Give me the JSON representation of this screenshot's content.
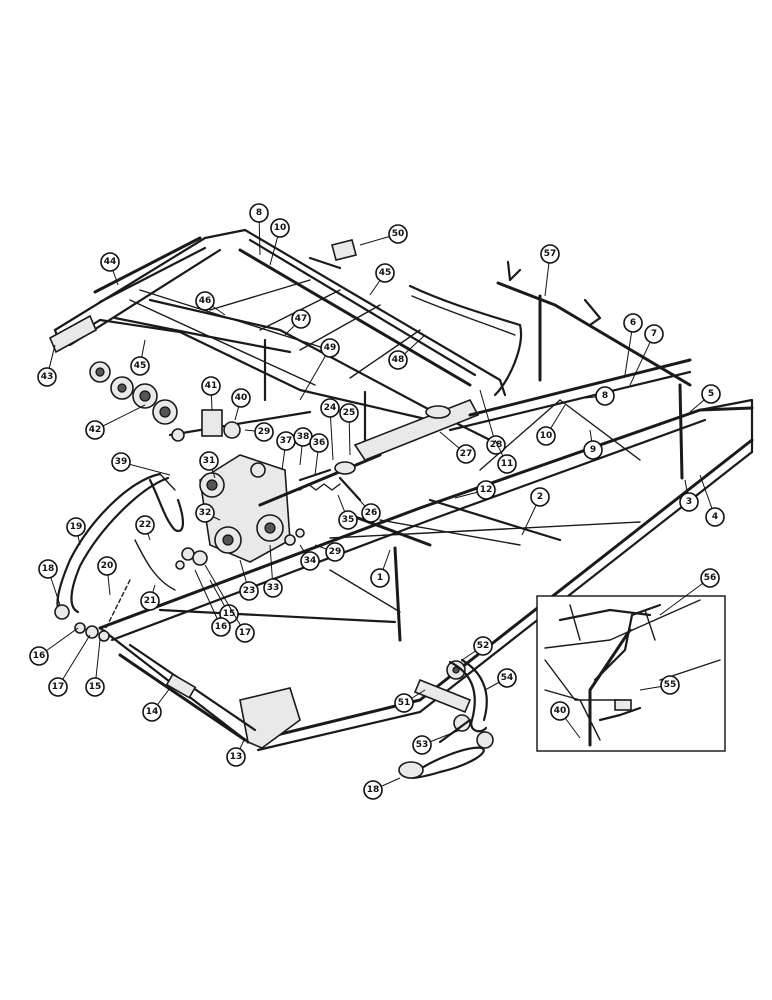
{
  "callouts": [
    {
      "id": "c8a",
      "label": "8"
    },
    {
      "id": "c10a",
      "label": "10"
    },
    {
      "id": "c50",
      "label": "50"
    },
    {
      "id": "c44",
      "label": "44"
    },
    {
      "id": "c45a",
      "label": "45"
    },
    {
      "id": "c57",
      "label": "57"
    },
    {
      "id": "c46",
      "label": "46"
    },
    {
      "id": "c47",
      "label": "47"
    },
    {
      "id": "c48",
      "label": "48"
    },
    {
      "id": "c6",
      "label": "6"
    },
    {
      "id": "c7",
      "label": "7"
    },
    {
      "id": "c43",
      "label": "43"
    },
    {
      "id": "c45b",
      "label": "45"
    },
    {
      "id": "c49",
      "label": "49"
    },
    {
      "id": "c8b",
      "label": "8"
    },
    {
      "id": "c5",
      "label": "5"
    },
    {
      "id": "c41",
      "label": "41"
    },
    {
      "id": "c40a",
      "label": "40"
    },
    {
      "id": "c42",
      "label": "42"
    },
    {
      "id": "c24",
      "label": "24"
    },
    {
      "id": "c25",
      "label": "25"
    },
    {
      "id": "c28",
      "label": "28"
    },
    {
      "id": "c10b",
      "label": "10"
    },
    {
      "id": "c9",
      "label": "9"
    },
    {
      "id": "c29a",
      "label": "29"
    },
    {
      "id": "c37",
      "label": "37"
    },
    {
      "id": "c38",
      "label": "38"
    },
    {
      "id": "c36",
      "label": "36"
    },
    {
      "id": "c27",
      "label": "27"
    },
    {
      "id": "c11",
      "label": "11"
    },
    {
      "id": "c39",
      "label": "39"
    },
    {
      "id": "c31",
      "label": "31"
    },
    {
      "id": "c3",
      "label": "3"
    },
    {
      "id": "c4",
      "label": "4"
    },
    {
      "id": "c12",
      "label": "12"
    },
    {
      "id": "c26",
      "label": "26"
    },
    {
      "id": "c2",
      "label": "2"
    },
    {
      "id": "c32",
      "label": "32"
    },
    {
      "id": "c35",
      "label": "35"
    },
    {
      "id": "c19",
      "label": "19"
    },
    {
      "id": "c22",
      "label": "22"
    },
    {
      "id": "c34",
      "label": "34"
    },
    {
      "id": "c29b",
      "label": "29"
    },
    {
      "id": "c1",
      "label": "1"
    },
    {
      "id": "c20",
      "label": "20"
    },
    {
      "id": "c23",
      "label": "23"
    },
    {
      "id": "c33",
      "label": "33"
    },
    {
      "id": "c18a",
      "label": "18"
    },
    {
      "id": "c21",
      "label": "21"
    },
    {
      "id": "c15a",
      "label": "15"
    },
    {
      "id": "c56",
      "label": "56"
    },
    {
      "id": "c16a",
      "label": "16"
    },
    {
      "id": "c17a",
      "label": "17"
    },
    {
      "id": "c16b",
      "label": "16"
    },
    {
      "id": "c52",
      "label": "52"
    },
    {
      "id": "c17b",
      "label": "17"
    },
    {
      "id": "c15b",
      "label": "15"
    },
    {
      "id": "c54",
      "label": "54"
    },
    {
      "id": "c55",
      "label": "55"
    },
    {
      "id": "c14",
      "label": "14"
    },
    {
      "id": "c51",
      "label": "51"
    },
    {
      "id": "c40b",
      "label": "40"
    },
    {
      "id": "c53",
      "label": "53"
    },
    {
      "id": "c13",
      "label": "13"
    },
    {
      "id": "c18b",
      "label": "18"
    }
  ]
}
